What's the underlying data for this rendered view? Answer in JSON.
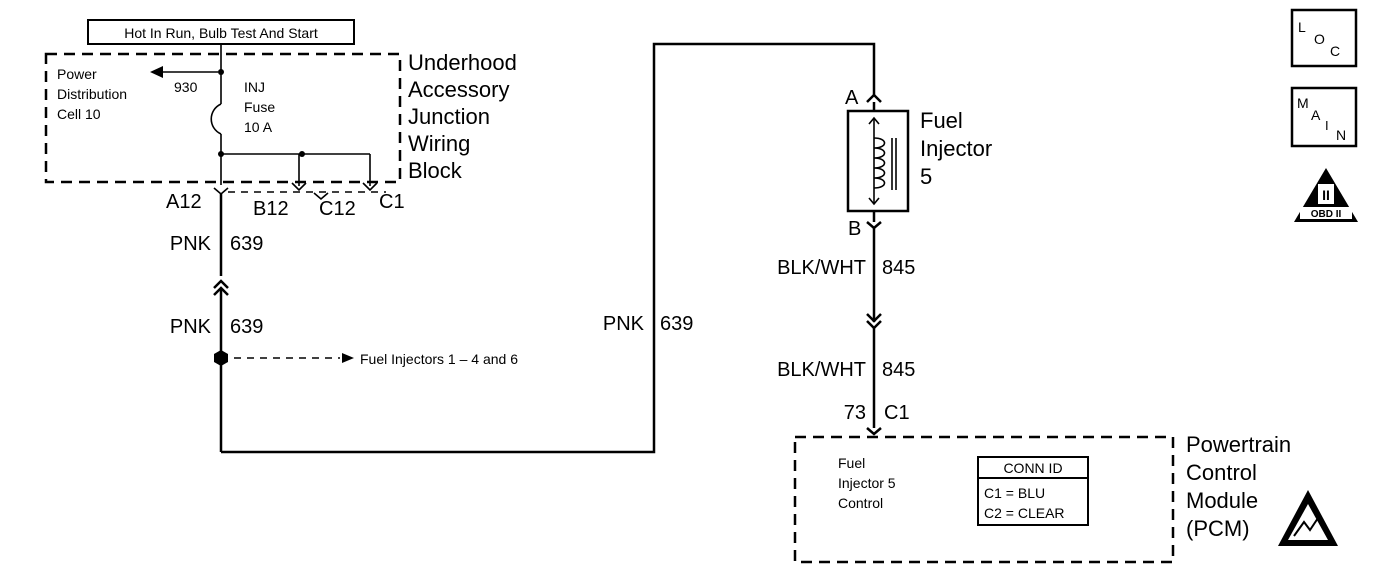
{
  "header_box": "Hot In Run, Bulb Test And Start",
  "junction_block": {
    "lines": [
      "Underhood",
      "Accessory",
      "Junction",
      "Wiring",
      "Block"
    ],
    "power_distribution": [
      "Power",
      "Distribution",
      "Cell 10"
    ],
    "circuit_930": "930",
    "fuse_lines": [
      "INJ",
      "Fuse",
      "10 A"
    ],
    "terminal_a12": "A12",
    "terminal_b12": "B12",
    "terminal_c12": "C12",
    "terminal_c1": "C1"
  },
  "wires": {
    "w1_color": "PNK",
    "w1_circuit": "639",
    "w2_color": "PNK",
    "w2_circuit": "639",
    "w3_color": "PNK",
    "w3_circuit": "639",
    "w4_color": "BLK/WHT",
    "w4_circuit": "845",
    "w5_color": "BLK/WHT",
    "w5_circuit": "845"
  },
  "splice_destination": "Fuel Injectors 1 – 4 and 6",
  "injector": {
    "lines": [
      "Fuel",
      "Injector",
      "5"
    ],
    "pin_a": "A",
    "pin_b": "B"
  },
  "pcm": {
    "lines": [
      "Powertrain",
      "Control",
      "Module",
      "(PCM)"
    ],
    "pin_number": "73",
    "connector": "C1",
    "control_lines": [
      "Fuel",
      "Injector 5",
      "Control"
    ],
    "conn_id_title": "CONN ID",
    "conn_id_rows": [
      "C1 = BLU",
      "C2 = CLEAR"
    ]
  },
  "icons": {
    "loc": [
      "L",
      "O",
      "C"
    ],
    "main": [
      "M",
      "A",
      "I",
      "N"
    ],
    "obd": [
      "II",
      "OBD II"
    ]
  }
}
